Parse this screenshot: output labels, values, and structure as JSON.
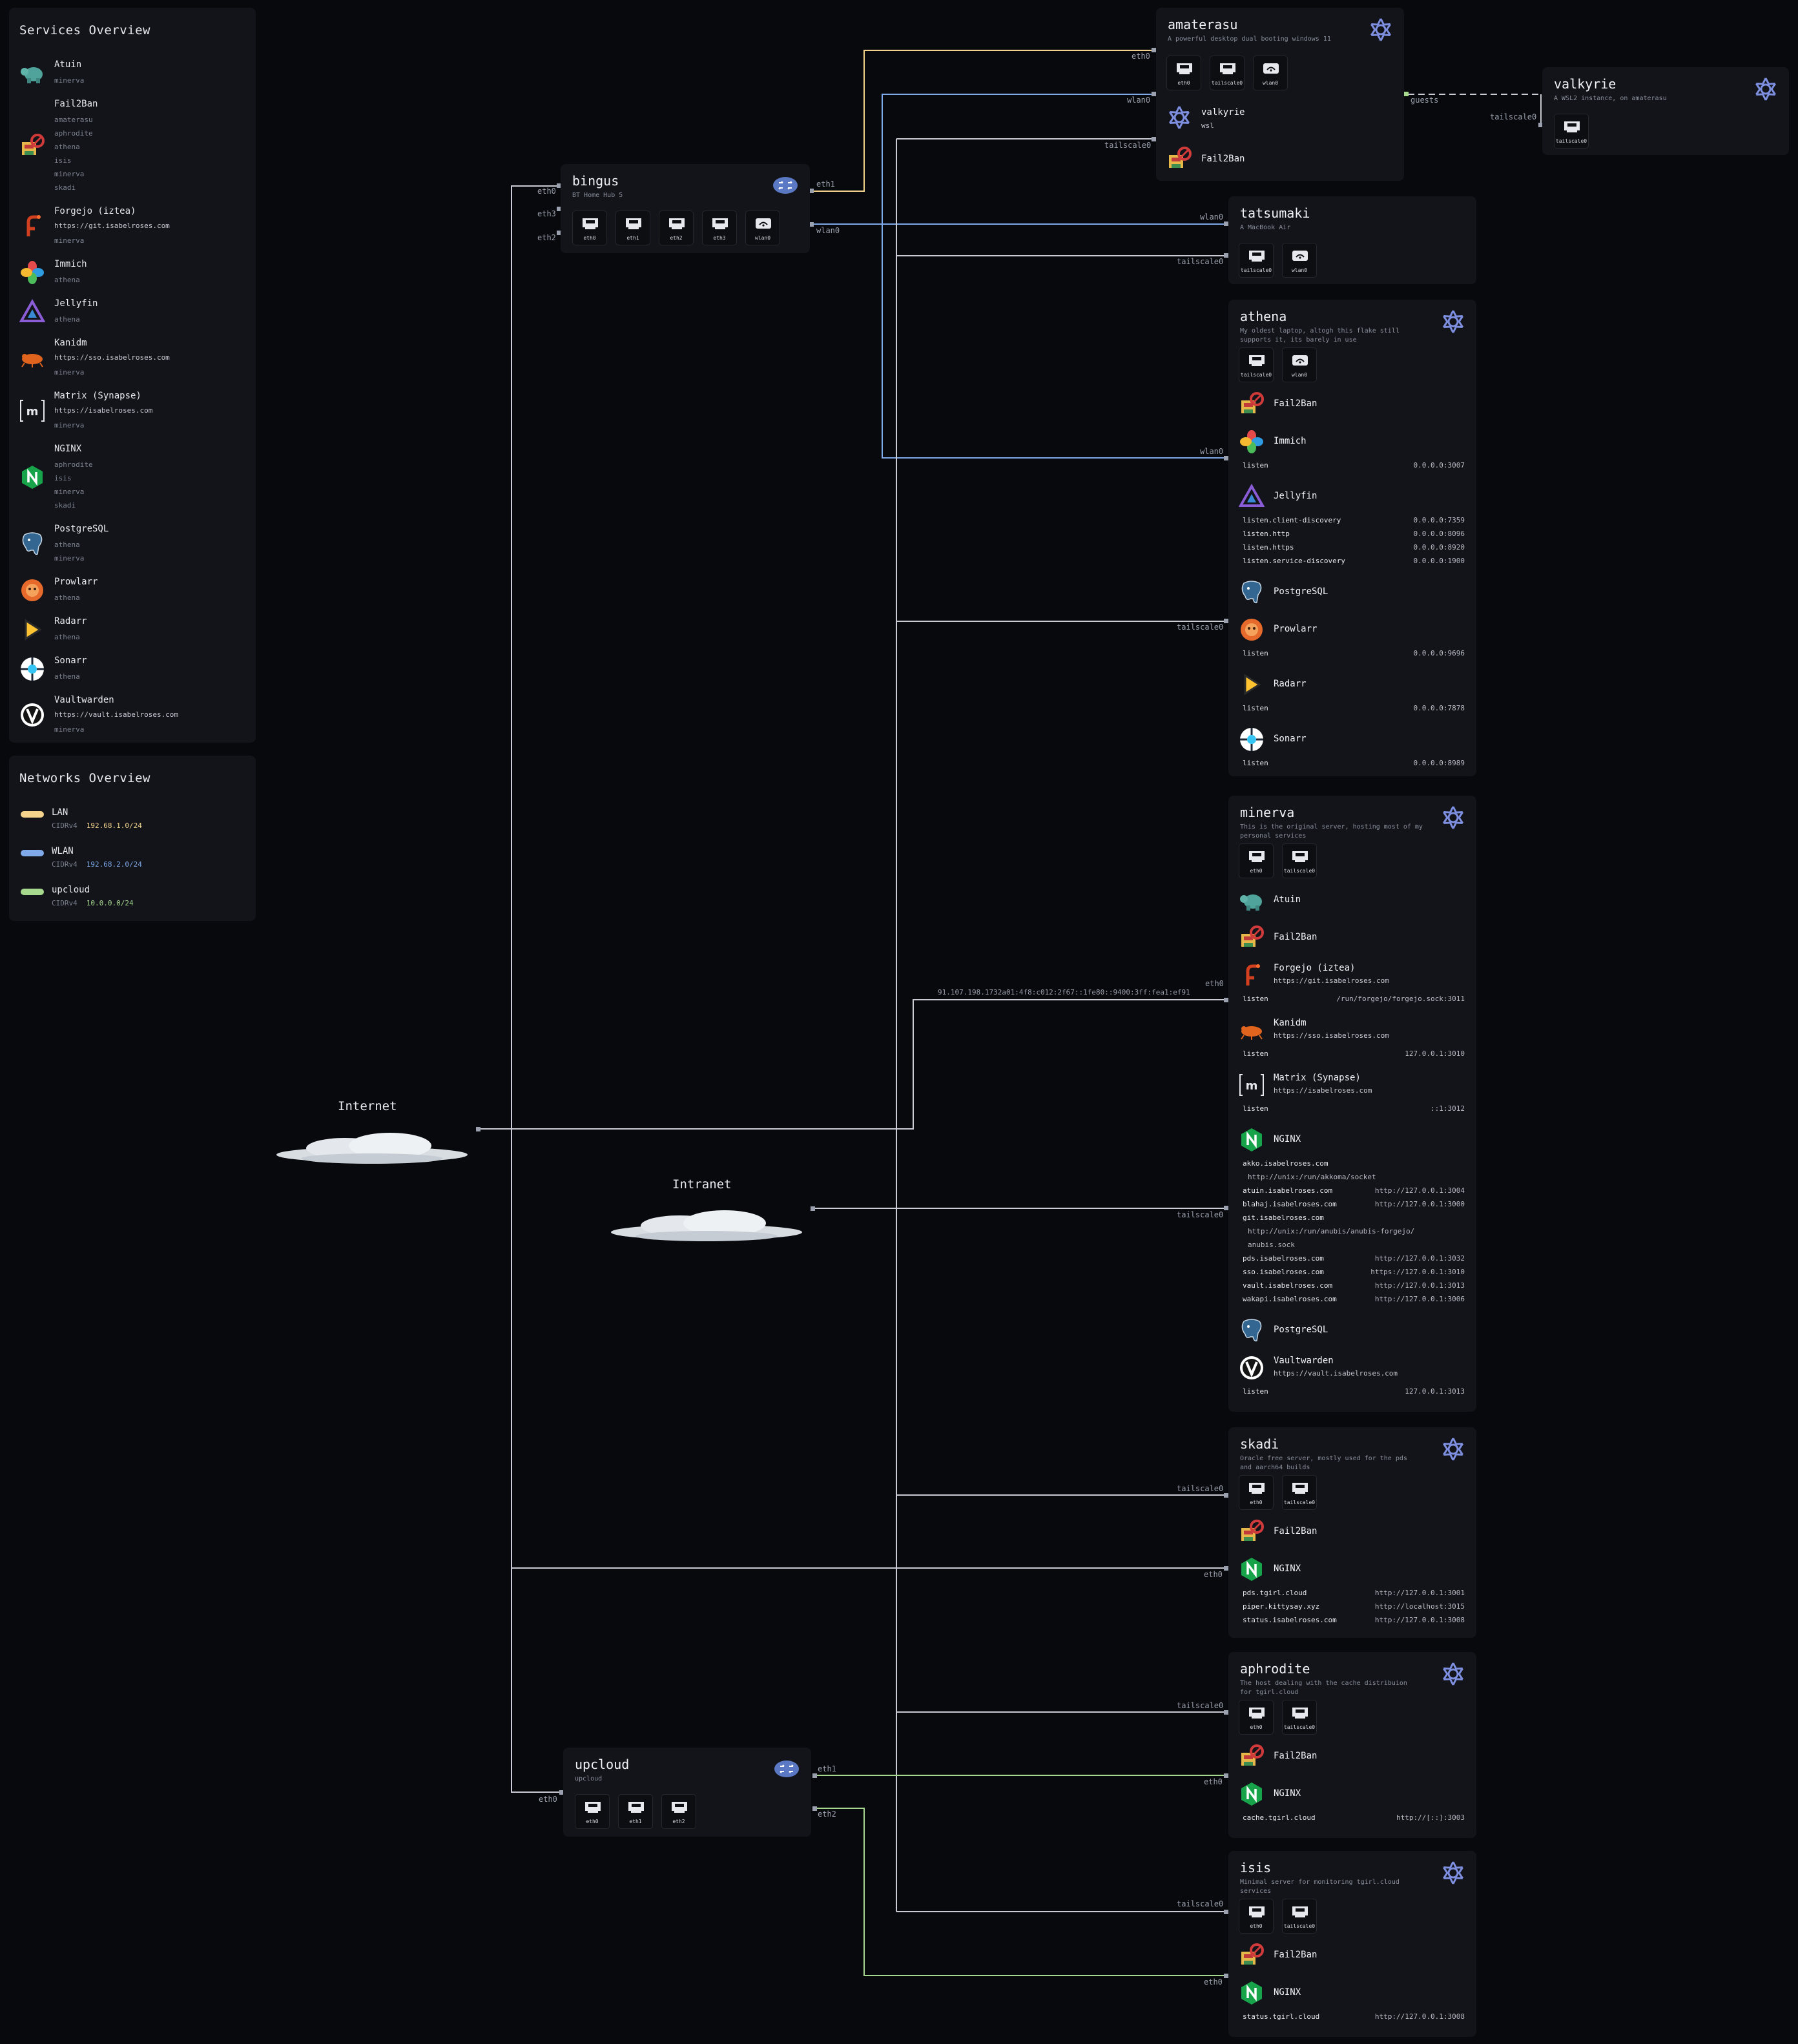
{
  "services_overview": {
    "title": "Services Overview",
    "items": [
      {
        "name": "Atuin",
        "hosts": [
          "minerva"
        ]
      },
      {
        "name": "Fail2Ban",
        "hosts": [
          "amaterasu",
          "aphrodite",
          "athena",
          "isis",
          "minerva",
          "skadi"
        ]
      },
      {
        "name": "Forgejo (iztea)",
        "url": "https://git.isabelroses.com",
        "hosts": [
          "minerva"
        ]
      },
      {
        "name": "Immich",
        "hosts": [
          "athena"
        ]
      },
      {
        "name": "Jellyfin",
        "hosts": [
          "athena"
        ]
      },
      {
        "name": "Kanidm",
        "url": "https://sso.isabelroses.com",
        "hosts": [
          "minerva"
        ]
      },
      {
        "name": "Matrix (Synapse)",
        "url": "https://isabelroses.com",
        "hosts": [
          "minerva"
        ]
      },
      {
        "name": "NGINX",
        "hosts": [
          "aphrodite",
          "isis",
          "minerva",
          "skadi"
        ]
      },
      {
        "name": "PostgreSQL",
        "hosts": [
          "athena",
          "minerva"
        ]
      },
      {
        "name": "Prowlarr",
        "hosts": [
          "athena"
        ]
      },
      {
        "name": "Radarr",
        "hosts": [
          "athena"
        ]
      },
      {
        "name": "Sonarr",
        "hosts": [
          "athena"
        ]
      },
      {
        "name": "Vaultwarden",
        "url": "https://vault.isabelroses.com",
        "hosts": [
          "minerva"
        ]
      }
    ]
  },
  "networks_overview": {
    "title": "Networks Overview",
    "items": [
      {
        "name": "LAN",
        "cidr_label": "CIDRv4",
        "cidr": "192.68.1.0/24",
        "color": "#f4d38c"
      },
      {
        "name": "WLAN",
        "cidr_label": "CIDRv4",
        "cidr": "192.68.2.0/24",
        "color": "#7fa9e8"
      },
      {
        "name": "upcloud",
        "cidr_label": "CIDRv4",
        "cidr": "10.0.0.0/24",
        "color": "#a6d88e"
      }
    ]
  },
  "clouds": {
    "internet": "Internet",
    "intranet": "Intranet"
  },
  "colors": {
    "lan": "#f4d38c",
    "wlan": "#7fa9e8",
    "upcloud": "#a6d88e",
    "tail": "#c9ccd4",
    "nix": "#7e8fe0",
    "router": "#5b78c4"
  },
  "routers": {
    "bingus": {
      "title": "bingus",
      "desc": "BT Home Hub 5",
      "ifaces": [
        "eth0",
        "eth1",
        "eth2",
        "eth3",
        "wlan0"
      ]
    },
    "upcloud": {
      "title": "upcloud",
      "desc": "upcloud",
      "ifaces": [
        "eth0",
        "eth1",
        "eth2"
      ]
    }
  },
  "nodes": {
    "amaterasu": {
      "title": "amaterasu",
      "desc": "A powerful desktop dual booting windows 11",
      "ifaces": [
        "eth0",
        "tailscale0",
        "wlan0"
      ],
      "vm": {
        "name": "valkyrie",
        "kind": "wsl"
      },
      "services": [
        "Fail2Ban"
      ]
    },
    "valkyrie": {
      "title": "valkyrie",
      "desc": "A WSL2 instance, on amaterasu",
      "ifaces": [
        "tailscale0"
      ]
    },
    "tatsumaki": {
      "title": "tatsumaki",
      "desc": "A MacBook Air",
      "ifaces": [
        "tailscale0",
        "wlan0"
      ]
    },
    "athena": {
      "title": "athena",
      "desc": [
        "My oldest laptop, altogh this flake still",
        "supports it, its barely in use"
      ],
      "ifaces": [
        "tailscale0",
        "wlan0"
      ],
      "services": [
        {
          "name": "Fail2Ban"
        },
        {
          "name": "Immich",
          "kv": [
            [
              "listen",
              "0.0.0.0:3007"
            ]
          ]
        },
        {
          "name": "Jellyfin",
          "kv": [
            [
              "listen.client-discovery",
              "0.0.0.0:7359"
            ],
            [
              "listen.http",
              "0.0.0.0:8096"
            ],
            [
              "listen.https",
              "0.0.0.0:8920"
            ],
            [
              "listen.service-discovery",
              "0.0.0.0:1900"
            ]
          ]
        },
        {
          "name": "PostgreSQL"
        },
        {
          "name": "Prowlarr",
          "kv": [
            [
              "listen",
              "0.0.0.0:9696"
            ]
          ]
        },
        {
          "name": "Radarr",
          "kv": [
            [
              "listen",
              "0.0.0.0:7878"
            ]
          ]
        },
        {
          "name": "Sonarr",
          "kv": [
            [
              "listen",
              "0.0.0.0:8989"
            ]
          ]
        }
      ]
    },
    "minerva": {
      "title": "minerva",
      "desc": [
        "This is the original server, hosting most of my",
        "personal services"
      ],
      "ifaces": [
        "eth0",
        "tailscale0"
      ],
      "services": [
        {
          "name": "Atuin"
        },
        {
          "name": "Fail2Ban"
        },
        {
          "name": "Forgejo (iztea)",
          "url": "https://git.isabelroses.com",
          "kv": [
            [
              "listen",
              "/run/forgejo/forgejo.sock:3011"
            ]
          ]
        },
        {
          "name": "Kanidm",
          "url": "https://sso.isabelroses.com",
          "kv": [
            [
              "listen",
              "127.0.0.1:3010"
            ]
          ]
        },
        {
          "name": "Matrix (Synapse)",
          "url": "https://isabelroses.com",
          "kv": [
            [
              "listen",
              "::1:3012"
            ]
          ]
        },
        {
          "name": "NGINX",
          "kv": [
            [
              "akko.isabelroses.com",
              ""
            ],
            [
              "",
              "http://unix:/run/akkoma/socket"
            ],
            [
              "atuin.isabelroses.com",
              "http://127.0.0.1:3004"
            ],
            [
              "blahaj.isabelroses.com",
              "http://127.0.0.1:3000"
            ],
            [
              "git.isabelroses.com",
              ""
            ],
            [
              "",
              "http://unix:/run/anubis/anubis-forgejo/"
            ],
            [
              "",
              "anubis.sock"
            ],
            [
              "pds.isabelroses.com",
              "http://127.0.0.1:3032"
            ],
            [
              "sso.isabelroses.com",
              "https://127.0.0.1:3010"
            ],
            [
              "vault.isabelroses.com",
              "http://127.0.0.1:3013"
            ],
            [
              "wakapi.isabelroses.com",
              "http://127.0.0.1:3006"
            ]
          ]
        },
        {
          "name": "PostgreSQL"
        },
        {
          "name": "Vaultwarden",
          "url": "https://vault.isabelroses.com",
          "kv": [
            [
              "listen",
              "127.0.0.1:3013"
            ]
          ]
        }
      ]
    },
    "skadi": {
      "title": "skadi",
      "desc": [
        "Oracle free server, mostly used for the pds",
        "and aarch64 builds"
      ],
      "ifaces": [
        "eth0",
        "tailscale0"
      ],
      "services": [
        {
          "name": "Fail2Ban"
        },
        {
          "name": "NGINX",
          "kv": [
            [
              "pds.tgirl.cloud",
              "http://127.0.0.1:3001"
            ],
            [
              "piper.kittysay.xyz",
              "http://localhost:3015"
            ],
            [
              "status.isabelroses.com",
              "http://127.0.0.1:3008"
            ]
          ]
        }
      ]
    },
    "aphrodite": {
      "title": "aphrodite",
      "desc": [
        "The host dealing with the cache distribuion",
        "for tgirl.cloud"
      ],
      "ifaces": [
        "eth0",
        "tailscale0"
      ],
      "services": [
        {
          "name": "Fail2Ban"
        },
        {
          "name": "NGINX",
          "kv": [
            [
              "cache.tgirl.cloud",
              "http://[::]:3003"
            ]
          ]
        }
      ]
    },
    "isis": {
      "title": "isis",
      "desc": [
        "Minimal server for monitoring tgirl.cloud",
        "services"
      ],
      "ifaces": [
        "eth0",
        "tailscale0"
      ],
      "services": [
        {
          "name": "Fail2Ban"
        },
        {
          "name": "NGINX",
          "kv": [
            [
              "status.tgirl.cloud",
              "http://127.0.0.1:3008"
            ]
          ]
        }
      ]
    }
  },
  "edge_labels": {
    "bingus_eth0": "eth0",
    "bingus_eth3": "eth3",
    "bingus_eth2": "eth2",
    "bingus_eth1": "eth1",
    "bingus_wlan0": "wlan0",
    "amaterasu_eth0": "eth0",
    "amaterasu_wlan0": "wlan0",
    "amaterasu_tailscale0": "tailscale0",
    "valkyrie_guests": "guests",
    "valkyrie_tailscale0": "tailscale0",
    "tatsumaki_wlan0": "wlan0",
    "tatsumaki_tailscale0": "tailscale0",
    "athena_wlan0": "wlan0",
    "athena_tailscale0": "tailscale0",
    "minerva_eth0": "eth0",
    "minerva_ips": "91.107.198.1732a01:4f8:c012:2f67::1fe80::9400:3ff:fea1:ef91",
    "minerva_tailscale0": "tailscale0",
    "skadi_tailscale0": "tailscale0",
    "skadi_eth0": "eth0",
    "aphrodite_tailscale0": "tailscale0",
    "aphrodite_eth0": "eth0",
    "isis_tailscale0": "tailscale0",
    "isis_eth0": "eth0",
    "upcloud_eth0": "eth0",
    "upcloud_eth1": "eth1",
    "upcloud_eth2": "eth2"
  }
}
